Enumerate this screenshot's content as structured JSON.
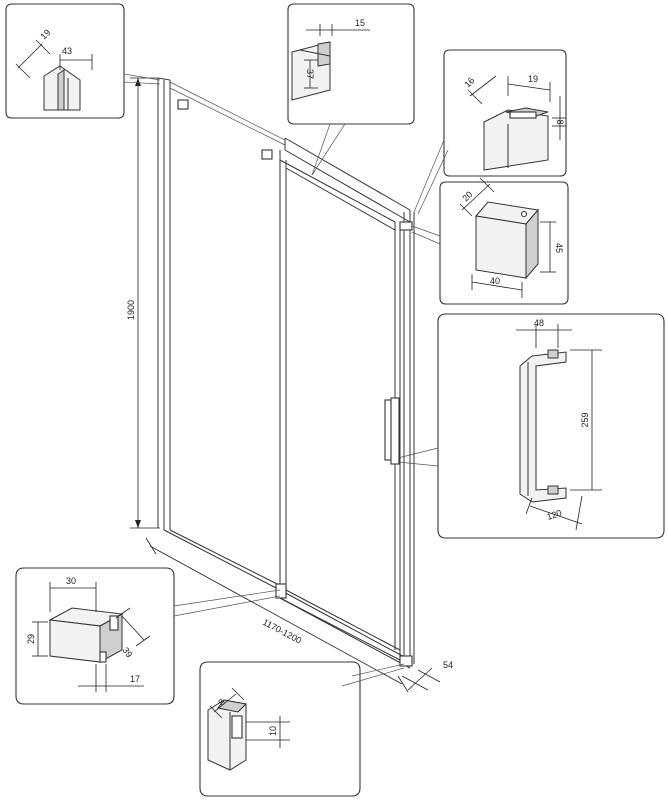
{
  "dimensions": {
    "height": "1900",
    "width": "1170-1200",
    "depth": "54",
    "wall_profile_depth": "19",
    "wall_profile_width": "43",
    "top_rail_width": "15",
    "top_rail_height": "37",
    "corner_profile_depth": "16",
    "corner_profile_width": "19",
    "corner_profile_gap": "8",
    "bracket_depth": "20",
    "bracket_height": "45",
    "bracket_width": "40",
    "handle_depth": "48",
    "handle_length": "259",
    "handle_width": "120",
    "hinge_width": "30",
    "hinge_height": "29",
    "hinge_depth": "39",
    "hinge_offset": "17",
    "bottom_profile_width": "8",
    "bottom_profile_height": "10"
  }
}
